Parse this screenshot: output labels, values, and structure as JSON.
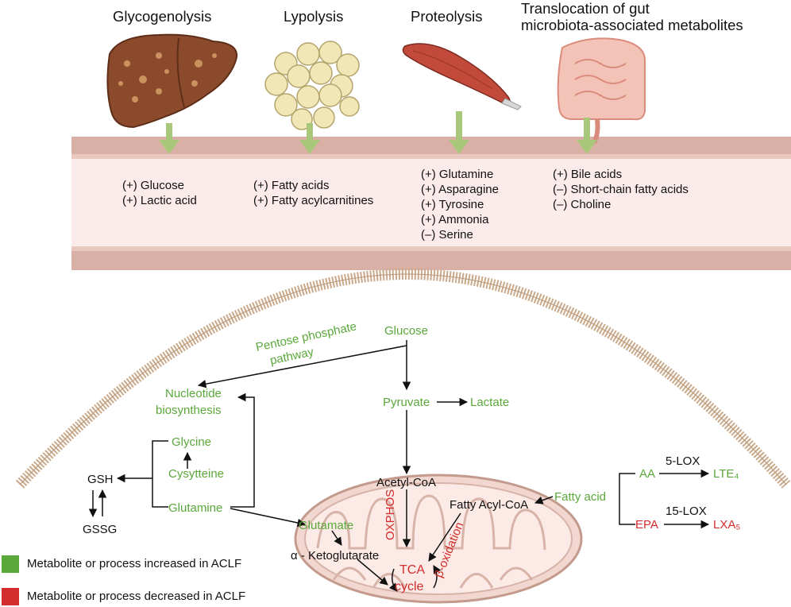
{
  "colors": {
    "increased": "#5aa83a",
    "decreased": "#d22c2c",
    "neutral": "#111111",
    "membrane": "#c9a98a",
    "vessel_wall": "#d9b0a6",
    "vessel_lumen": "#fbeceb",
    "arrow_green": "#a9c77a"
  },
  "processes": [
    {
      "title": "Glycogenolysis",
      "icon": "liver-icon",
      "metabolites": [
        "(+) Glucose",
        "(+) Lactic acid"
      ]
    },
    {
      "title": "Lypolysis",
      "icon": "adipose-tissue-icon",
      "metabolites": [
        "(+) Fatty acids",
        "(+) Fatty acylcarnitines"
      ]
    },
    {
      "title": "Proteolysis",
      "icon": "muscle-icon",
      "metabolites": [
        "(+) Glutamine",
        "(+) Asparagine",
        "(+) Tyrosine",
        "(+) Ammonia",
        "(–) Serine"
      ]
    },
    {
      "title_lines": [
        "Translocation of gut",
        "microbiota-associated metabolites"
      ],
      "icon": "intestine-icon",
      "metabolites": [
        "(+) Bile acids",
        "(–) Short-chain fatty acids",
        "(–) Choline"
      ]
    }
  ],
  "cell": {
    "glucose": "Glucose",
    "ppp_line1": "Pentose phosphate",
    "ppp_line2": "pathway",
    "nucleotide_line1": "Nucleotide",
    "nucleotide_line2": "biosynthesis",
    "pyruvate": "Pyruvate",
    "lactate": "Lactate",
    "glycine": "Glycine",
    "cysteine": "Cysytteine",
    "glutamine": "Glutamine",
    "gsh": "GSH",
    "gssg": "GSSG",
    "glutamate": "Glutamate",
    "akg": "α - Ketoglutarate",
    "acetyl_coa": "Acetyl-CoA",
    "oxphos": "OXPHOS",
    "fatty_acyl_coa": "Fatty Acyl-CoA",
    "beta_ox": "β-oxidation",
    "tca_line1": "TCA",
    "tca_line2": "cycle",
    "fatty_acid": "Fatty acid",
    "aa": "AA",
    "lox5": "5-LOX",
    "lte4": "LTE₄",
    "epa": "EPA",
    "lox15": "15-LOX",
    "lxa5": "LXA₅"
  },
  "legend": [
    {
      "label": "Metabolite or process  increased in ACLF",
      "color": "#5aa83a"
    },
    {
      "label": "Metabolite or process decreased in ACLF",
      "color": "#d22c2c"
    }
  ]
}
